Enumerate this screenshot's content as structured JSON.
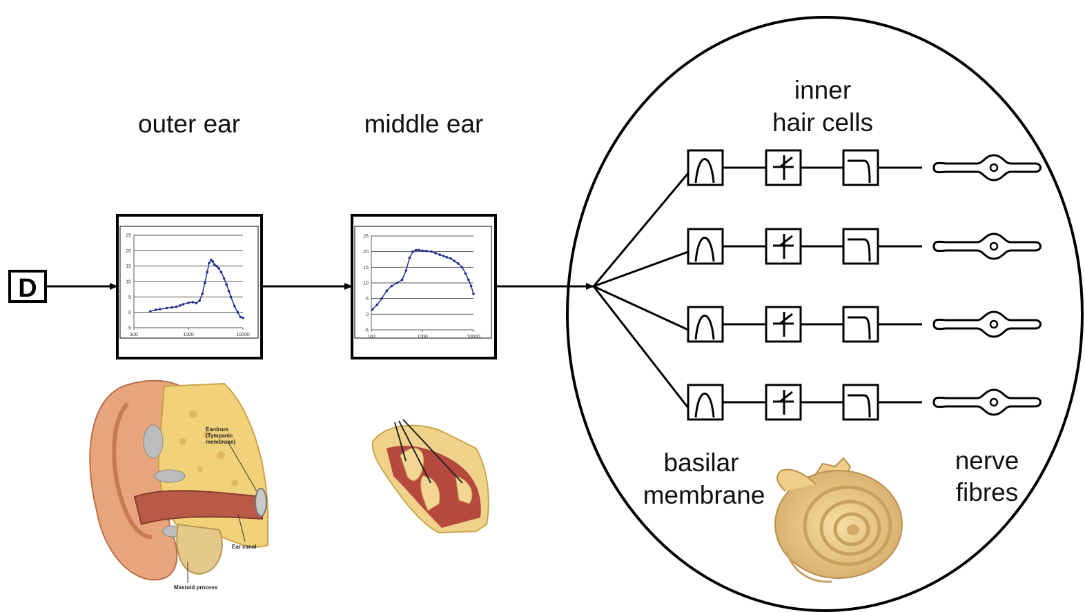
{
  "labels": {
    "outer_ear": "outer ear",
    "middle_ear": "middle ear",
    "inner_hair_cells": [
      "inner",
      "hair cells"
    ],
    "basilar_membrane": [
      "basilar",
      "membrane"
    ],
    "nerve_fibres": [
      "nerve",
      "fibres"
    ]
  },
  "input_symbol": "D",
  "outer_ear_illustration": {
    "annotations": [
      "Eardrum",
      "(Tympanic",
      "membrane)",
      "Ear canal",
      "Mastoid process"
    ]
  },
  "chart_data": [
    {
      "type": "line",
      "yticks": [
        "25",
        "20",
        "15",
        "10",
        "5",
        "0",
        "-5"
      ],
      "xticks": [
        "100",
        "1000",
        "10000"
      ],
      "x_scale": "log",
      "ylim": [
        -5,
        25
      ],
      "xlim": [
        100,
        10000
      ],
      "grid": true,
      "color": "#1f2d8f",
      "series": [
        {
          "x": [
            200,
            250,
            300,
            400,
            500,
            600,
            700,
            800,
            1000,
            1200,
            1400,
            1600,
            1800,
            2000,
            2200,
            2400,
            2600,
            2800,
            3000,
            3300,
            3600,
            4000,
            4500,
            5000,
            5500,
            6000,
            7000,
            8000,
            9000,
            10000
          ],
          "y": [
            0.3,
            0.8,
            1,
            1.4,
            1.6,
            1.8,
            2.2,
            2.6,
            3.1,
            3.3,
            3,
            3.8,
            6,
            9.5,
            13,
            16,
            17,
            16.5,
            15.5,
            15,
            14.3,
            13,
            11,
            9,
            7,
            5,
            2,
            0,
            -1.5,
            -1.8
          ]
        }
      ]
    },
    {
      "type": "line",
      "yticks": [
        "25",
        "20",
        "15",
        "10",
        "5",
        "0",
        "-5"
      ],
      "xticks": [
        "100",
        "1000",
        "10000"
      ],
      "x_scale": "log",
      "ylim": [
        -5,
        25
      ],
      "xlim": [
        100,
        10000
      ],
      "grid": true,
      "color": "#1f2d8f",
      "series": [
        {
          "x": [
            105,
            130,
            160,
            200,
            250,
            320,
            400,
            480,
            560,
            650,
            750,
            850,
            1000,
            1200,
            1500,
            1800,
            2200,
            2600,
            3000,
            3600,
            4200,
            5000,
            6000,
            7000,
            8000,
            9000,
            10000
          ],
          "y": [
            1.5,
            3,
            5,
            7.5,
            9,
            10,
            11,
            14,
            18,
            20,
            20.5,
            20.5,
            20.3,
            20.2,
            20,
            19.5,
            19,
            18.6,
            18.2,
            17.8,
            17,
            16.2,
            15,
            13,
            11,
            9,
            6.5
          ]
        }
      ]
    }
  ],
  "channels": 4
}
